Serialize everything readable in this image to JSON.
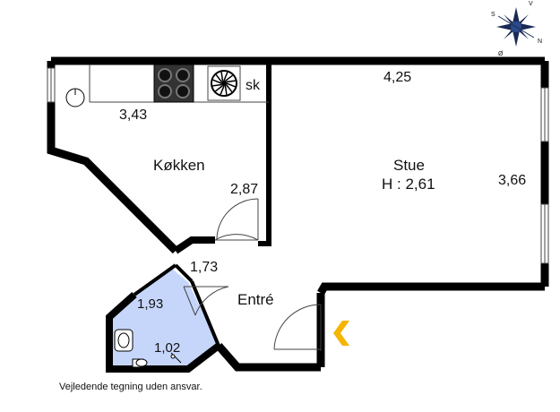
{
  "rooms": {
    "kitchen": {
      "name": "Køkken",
      "width": "3,43",
      "depth": "2,87",
      "appliance_label": "sk"
    },
    "living": {
      "name": "Stue",
      "height": "H : 2,61",
      "width": "4,25",
      "depth": "3,66"
    },
    "entrance": {
      "name": "Entré",
      "dim": "1,73"
    },
    "bathroom": {
      "dim_a": "1,93",
      "dim_b": "1,02",
      "floor_color": "#c6d6fb"
    }
  },
  "compass": {
    "north": "N",
    "south": "S",
    "east": "Ø",
    "west": "V"
  },
  "entry_arrow_color": "#f5b400",
  "disclaimer": "Vejledende tegning uden ansvar."
}
